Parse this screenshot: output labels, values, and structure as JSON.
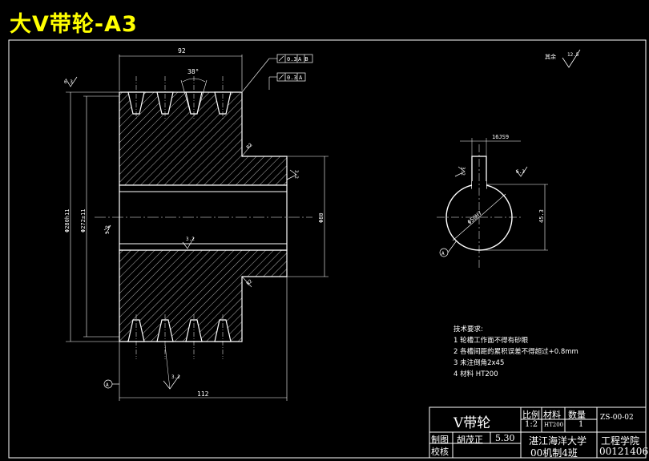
{
  "title": "大V带轮-A3",
  "dimensions": {
    "width_92": "92",
    "groove_angle": "38°",
    "tol_runout": "0.3",
    "datum_ab": "A B",
    "tol_runout2": "0.3",
    "datum_a": "A",
    "ra_left_top": "6.3",
    "ra_hub_chamfer": "R2",
    "ra_right": "3.2",
    "od_280": "Φ280h11",
    "pd_272": "Φ272±11",
    "d_80": "Φ80",
    "ra_left_mid": "3.2",
    "bore_ra": "3.2",
    "ra_bottom_right": "R2",
    "ra_groove_bottom": "3.2",
    "len_112": "112",
    "datum_bottom": "A",
    "keyway_width": "16JS9",
    "keyway_ra": "3.2",
    "keyway_ra2": "6.3",
    "bore_dia": "Φ50H7",
    "keyway_depth": "45.3",
    "datum_circle": "A",
    "surface_note": "其余",
    "surface_ra": "12.5"
  },
  "requirements": {
    "heading": "技术要求:",
    "items": [
      "1 轮槽工作面不得有砂眼",
      "2 各槽间距的累积误差不得超过+0.8mm",
      "3 未注倒角2x45",
      "4 材料  HT200"
    ]
  },
  "title_block": {
    "part_name": "V带轮",
    "scale_label": "比例",
    "material_label": "材料",
    "qty_label": "数量",
    "drawing_no": "ZS-00-02",
    "scale": "1:2",
    "material": "HT200",
    "qty": "1",
    "drawn_label": "制图",
    "drawn_by": "胡茂正",
    "date": "5.30",
    "checked_label": "校核",
    "school": "湛江海洋大学",
    "class": "00机制4班",
    "college": "工程学院",
    "student_id": "00121406"
  }
}
